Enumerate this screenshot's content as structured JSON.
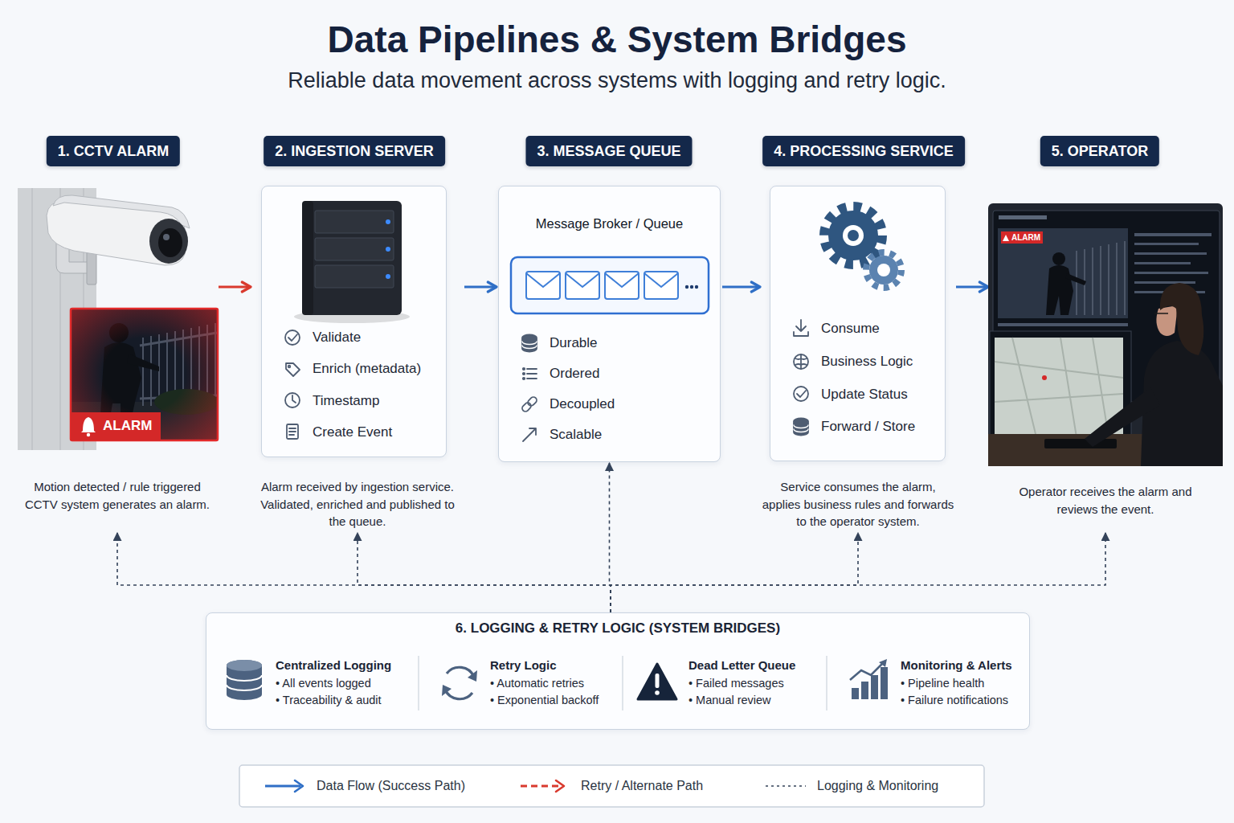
{
  "diagram": {
    "title": "Data Pipelines & System Bridges",
    "caption": "Reliable data movement across systems with logging and retry logic.",
    "nodes": [
      {
        "text": [
          "1. CCTV ALARM",
          "Motion detected / rule triggered CCTV system generates an alarm."
        ]
      },
      {
        "text": [
          "2. INGESTION SERVER",
          "Validate",
          "Enrich (metadata)",
          "Timestamp",
          "Create Event",
          "Alarm received by ingestion service. Validated, enriched and published to the queue."
        ]
      },
      {
        "text": [
          "3. MESSAGE QUEUE",
          "Message Broker / Queue",
          "Durable",
          "Ordered",
          "Decoupled",
          "Scalable"
        ]
      },
      {
        "text": [
          "4. PROCESSING SERVICE",
          "Consume",
          "Business Logic",
          "Update Status",
          "Forward / Store",
          "Service consumes the alarm, applies business rules and forwards to the operator system."
        ]
      },
      {
        "text": [
          "5. OPERATOR",
          "Operator receives the alarm and reviews the event."
        ]
      },
      {
        "text": [
          "6. LOGGING & RETRY LOGIC (SYSTEM BRIDGES)",
          "Centralized Logging",
          "• All events logged",
          "• Traceability & audit",
          "Retry Logic",
          "• Automatic retries",
          "• Exponential backoff",
          "Dead Letter Queue",
          "• Failed messages",
          "• Manual review",
          "Monitoring & Alerts",
          "• Pipeline health",
          "• Failure notifications"
        ]
      }
    ],
    "edges": [
      {
        "from": 0,
        "to": 1,
        "arrow": "to"
      },
      {
        "from": 1,
        "to": 2,
        "arrow": "to"
      },
      {
        "from": 2,
        "to": 3,
        "arrow": "to"
      },
      {
        "from": 3,
        "to": 4,
        "arrow": "to"
      },
      {
        "from": 5,
        "to": 0,
        "arrow": "to"
      },
      {
        "from": 5,
        "to": 1,
        "arrow": "to"
      },
      {
        "from": 5,
        "to": 2,
        "arrow": "to"
      },
      {
        "from": 5,
        "to": 3,
        "arrow": "to"
      },
      {
        "from": 5,
        "to": 4,
        "arrow": "to"
      }
    ],
    "labels": [
      "ALARM",
      "ALARM"
    ],
    "legend": [
      {
        "text": "Data Flow (Success Path)"
      },
      {
        "text": "Retry / Alternate Path"
      },
      {
        "text": "Logging & Monitoring"
      }
    ]
  }
}
